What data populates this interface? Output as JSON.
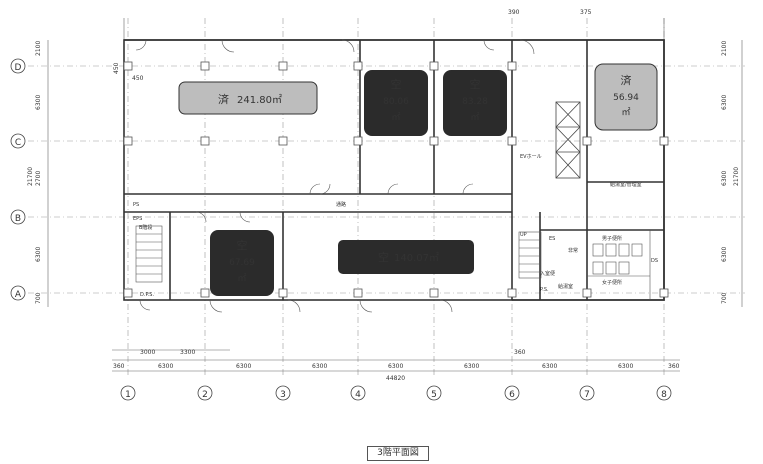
{
  "rows": [
    "D",
    "C",
    "B",
    "A"
  ],
  "columns": [
    "1",
    "2",
    "3",
    "4",
    "5",
    "6",
    "7",
    "8"
  ],
  "top_dims": [
    "390",
    "375"
  ],
  "left_dims": [
    "2100",
    "6300",
    "2700",
    "6300",
    "700"
  ],
  "right_dims": [
    "2100",
    "6300",
    "6300",
    "6300",
    "700"
  ],
  "right_total": "21700",
  "left_total": "21700",
  "left_small": [
    "450",
    "450"
  ],
  "bottom_span_dims": [
    "6300",
    "6300",
    "6300",
    "6300",
    "6300",
    "6300",
    "6300"
  ],
  "bottom_split_dims": [
    "3000",
    "3300"
  ],
  "bottom_end_left": "360",
  "bottom_end_right": "360",
  "bottom_mid": "360",
  "bottom_total": "44820",
  "units": [
    {
      "status": "済",
      "area": "241.80㎡"
    },
    {
      "status": "空",
      "area": "80.06",
      "unit": "㎡"
    },
    {
      "status": "空",
      "area": "83.28",
      "unit": "㎡"
    },
    {
      "status": "済",
      "area": "56.94",
      "unit": "㎡"
    },
    {
      "status": "空",
      "area": "67.69",
      "unit": "㎡"
    },
    {
      "status": "空",
      "area": "140.07㎡"
    }
  ],
  "labels": {
    "corridor": "通路",
    "ev_hall": "EVホール",
    "wc_room": "給湯室/管理室",
    "mens": "男子便所",
    "womens": "女子便所",
    "stairs": "B階段",
    "ps": "PS",
    "eps": "EPS",
    "dpg": "D.P.S.",
    "ds": "DS",
    "up": "UP",
    "ps2": "P.S.",
    "kyuto": "給湯室",
    "tokuhi": "非常",
    "entrance": "入室便",
    "es": "ES"
  },
  "caption": "3階平面図",
  "colors": {
    "badge": "#2b2b2b",
    "badge_light": "#bdbdbd",
    "line": "#444"
  }
}
